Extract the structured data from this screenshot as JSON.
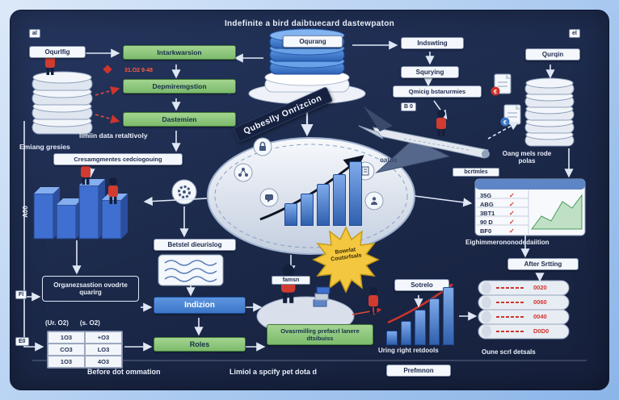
{
  "frame": {
    "title": "Indefinite a bird daibtuecard dastewpaton",
    "tag_left": "al",
    "tag_right": "el",
    "tag_fl": "Fl",
    "tag_e0": "E0"
  },
  "top_left": {
    "label": "Oqurlfig",
    "green1": "Intarkwarsion",
    "red_note": "31.O2  9-48",
    "green2": "Depmiremgstion",
    "green3": "Dastemien",
    "note": "limiin data retaltivoly",
    "db_caption": "Emiang gresies"
  },
  "top_center": {
    "db_label": "Oqurang"
  },
  "top_right": {
    "indexing": "Indswting",
    "querying": "Squrying",
    "qmicig": "Qmicig bstarurmies",
    "qurqin": "Qurqin",
    "tag_b0": "B 0",
    "db_caption": "Oang mels rode polas"
  },
  "center": {
    "diagonal": "Qubeslly Onrizcion",
    "oatus": "oatus",
    "bars": [
      26,
      38,
      50,
      62,
      78
    ]
  },
  "left_mid": {
    "box": "Cresamgmentes cedciogouing",
    "a00": "A00"
  },
  "mid": {
    "betstel": "Betstel dieurislog",
    "bcrtmles": "bcrtmles"
  },
  "star": {
    "label": "Bowrlat Coutsrfsals"
  },
  "right_table": {
    "caption": "Eighimmerononodedaiition",
    "rows": [
      {
        "code": "35G",
        "check": "✓"
      },
      {
        "code": "ABG",
        "check": "✓"
      },
      {
        "code": "3BT1",
        "check": "✓"
      },
      {
        "code": "90 D",
        "check": "✓"
      },
      {
        "code": "BF0",
        "check": "✓"
      }
    ]
  },
  "bottom_left": {
    "box_title": "Organezsastion ovodrte quarirg",
    "u1": "(Ur. O2)",
    "u2": "(s. O2)",
    "table": [
      [
        "1O3",
        "+O3"
      ],
      [
        "CO3",
        "LO3"
      ],
      [
        "1O3",
        "4O3"
      ]
    ]
  },
  "bottom_center": {
    "indizion": "Indizion",
    "roles": "Roles",
    "green": "Ovasrmillirg prefacrl lanere dtsibuiss",
    "famsn": "famsn"
  },
  "bottom_right": {
    "sotrelo": "Sotrelo",
    "after": "After Srtting",
    "bars": [
      16,
      28,
      42,
      56,
      70
    ],
    "bars_caption": "Uring right retdools",
    "cyl_caption": "Oune scrl detsals",
    "cyl_labels": [
      "0020",
      "0060",
      "0040",
      "D0D0"
    ],
    "prefmnon": "Prefmnon"
  },
  "footer": {
    "left": "Before dot ommation",
    "center": "Limiol a spcify pet dota d"
  }
}
